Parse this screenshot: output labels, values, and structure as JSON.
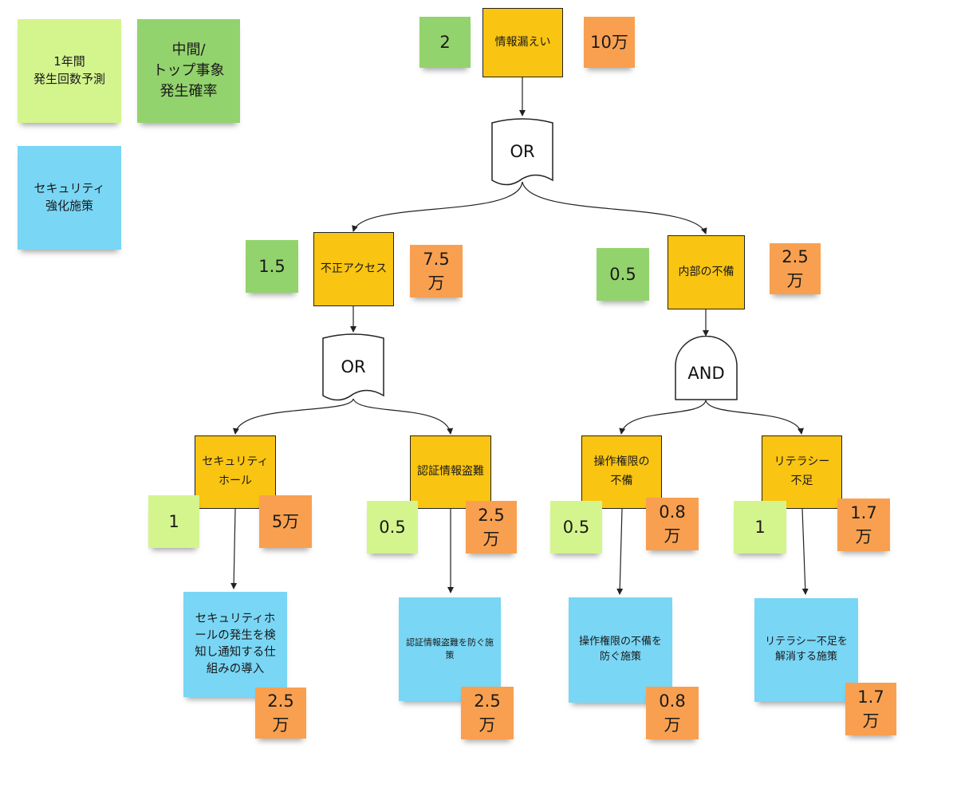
{
  "legend": {
    "prediction": "1年間\n発生回数予測",
    "probability": "中間/\nトップ事象\n発生確率",
    "measures": "セキュリティ\n強化施策"
  },
  "top": {
    "label": "情報漏えい",
    "count": "2",
    "loss": "10万"
  },
  "gates": {
    "top": "OR",
    "left": "OR",
    "right": "AND"
  },
  "mid_left": {
    "label": "不正アクセス",
    "count": "1.5",
    "loss": "7.5万"
  },
  "mid_right": {
    "label": "内部の不備",
    "count": "0.5",
    "loss": "2.5万"
  },
  "leaves": [
    {
      "label": "セキュリティ\nホール",
      "count": "1",
      "loss": "5万",
      "measure": "セキュリティホールの発生を検知し通知する仕組みの導入",
      "measure_loss": "2.5万"
    },
    {
      "label": "認証情報盗難",
      "count": "0.5",
      "loss": "2.5万",
      "measure": "認証情報盗難を防ぐ施策",
      "measure_loss": "2.5万"
    },
    {
      "label": "操作権限の\n不備",
      "count": "0.5",
      "loss": "0.8万",
      "measure": "操作権限の不備を\n防ぐ施策",
      "measure_loss": "0.8万"
    },
    {
      "label": "リテラシー\n不足",
      "count": "1",
      "loss": "1.7万",
      "measure": "リテラシー不足を\n解消する施策",
      "measure_loss": "1.7万"
    }
  ],
  "colors": {
    "event": "#f9c412",
    "lime": "#d4f58e",
    "green": "#93d36d",
    "orange": "#f8a050",
    "blue": "#79d6f5"
  }
}
